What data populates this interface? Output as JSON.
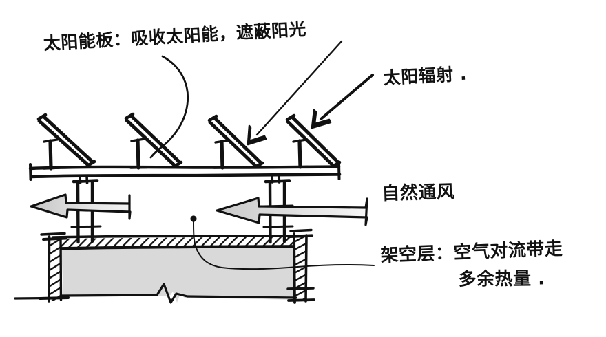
{
  "figure": {
    "kind": "hand-drawn-architectural-section",
    "title_text": "",
    "background_color": "#ffffff",
    "ink_color": "#111111",
    "slab_fill_color": "#d9d9d9",
    "arrow_fill_start_color": "#c9c9c9",
    "arrow_fill_end_color": "#f2f2f2"
  },
  "labels": {
    "solar_panel": "太阳能板：吸收太阳能，遮蔽阳光",
    "solar_radiation": "太阳辐射 .",
    "natural_ventilation": "自然通风",
    "raised_floor_line1": "架空层：空气对流带走",
    "raised_floor_line2": "多余热量 ."
  },
  "elements": {
    "solar_panels": [
      {
        "name": "solar-panel-1"
      },
      {
        "name": "solar-panel-2"
      },
      {
        "name": "solar-panel-3"
      },
      {
        "name": "solar-panel-4"
      }
    ],
    "sun_ray_arrows": [
      {
        "name": "sun-ray-arrow-1"
      },
      {
        "name": "sun-ray-arrow-2"
      }
    ],
    "ventilation_arrows": [
      {
        "name": "ventilation-arrow-left"
      },
      {
        "name": "ventilation-arrow-right"
      }
    ],
    "columns": [
      {
        "name": "roof-column-left"
      },
      {
        "name": "roof-column-right"
      }
    ],
    "walls": [
      {
        "name": "wall-left-hatched"
      },
      {
        "name": "wall-right-hatched"
      }
    ],
    "roof_beam": {
      "name": "roof-beam"
    },
    "floor_slab": {
      "name": "floor-slab-hatched"
    },
    "break_line": {
      "name": "break-line-symbol"
    },
    "leaders": [
      {
        "name": "leader-solar-panel"
      },
      {
        "name": "leader-raised-floor"
      }
    ]
  }
}
